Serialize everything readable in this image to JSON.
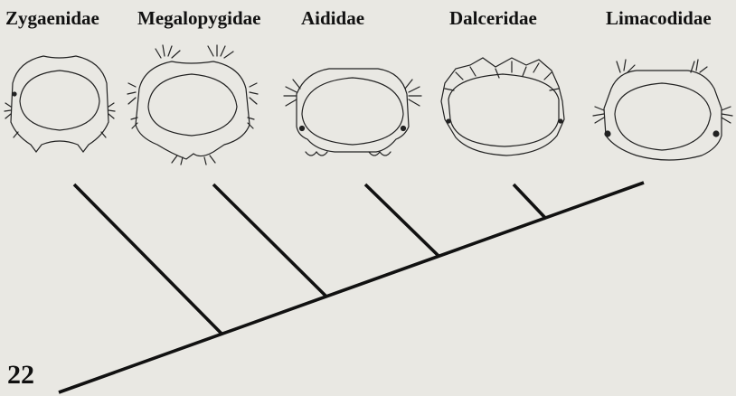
{
  "taxa": [
    {
      "name": "Zygaenidae"
    },
    {
      "name": "Megalopygidae"
    },
    {
      "name": "Aididae"
    },
    {
      "name": "Dalceridae"
    },
    {
      "name": "Limacodidae"
    }
  ],
  "figure_number": "22",
  "colors": {
    "background": "#e9e8e3",
    "ink": "#111111"
  }
}
